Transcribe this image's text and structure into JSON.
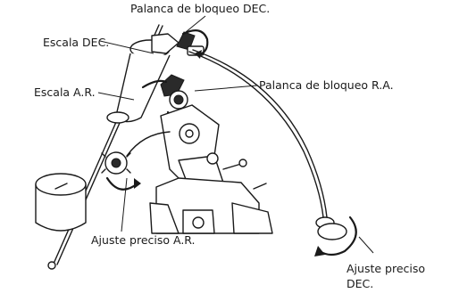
{
  "labels": {
    "dec_lock_lever": "Palanca de bloqueo DEC.",
    "dec_scale": "Escala DEC.",
    "ra_scale": "Escala A.R.",
    "ra_lock_lever": "Palanca de bloqueo R.A.",
    "ra_fine_adjust": "Ajuste preciso A.R.",
    "dec_fine_adjust_line1": "Ajuste preciso",
    "dec_fine_adjust_line2": "DEC."
  },
  "icons": [
    "telescope-mount-drawing",
    "rotation-arrow-icon"
  ]
}
